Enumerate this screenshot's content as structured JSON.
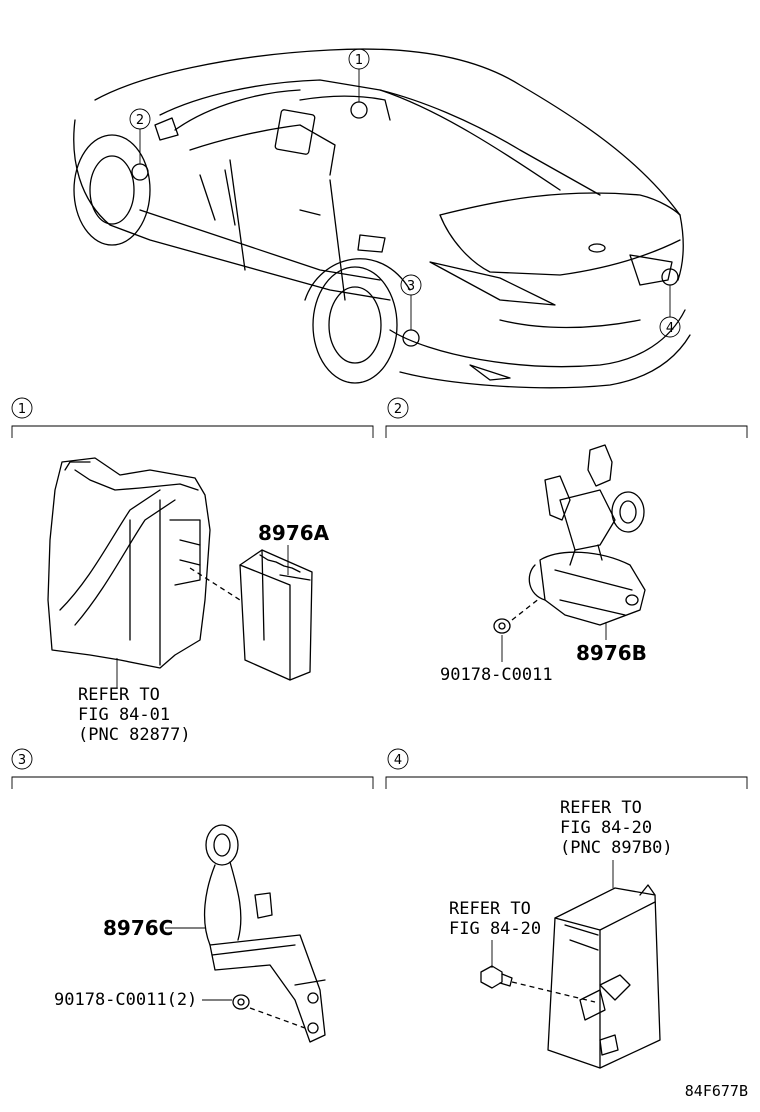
{
  "callouts": {
    "c1": "1",
    "c2": "2",
    "c3": "3",
    "c4": "4"
  },
  "sections": [
    {
      "num": "1"
    },
    {
      "num": "2"
    },
    {
      "num": "3"
    },
    {
      "num": "4"
    }
  ],
  "section1": {
    "part": "8976A",
    "refer": [
      "REFER TO",
      "FIG 84-01",
      "(PNC 82877)"
    ]
  },
  "section2": {
    "part": "8976B",
    "screw": "90178-C0011"
  },
  "section3": {
    "part": "8976C",
    "screw": "90178-C0011(2)"
  },
  "section4": {
    "refer_module": [
      "REFER TO",
      "FIG 84-20",
      "(PNC 897B0)"
    ],
    "refer_bolt": [
      "REFER TO",
      "FIG 84-20"
    ]
  },
  "figure_id": "84F677B"
}
